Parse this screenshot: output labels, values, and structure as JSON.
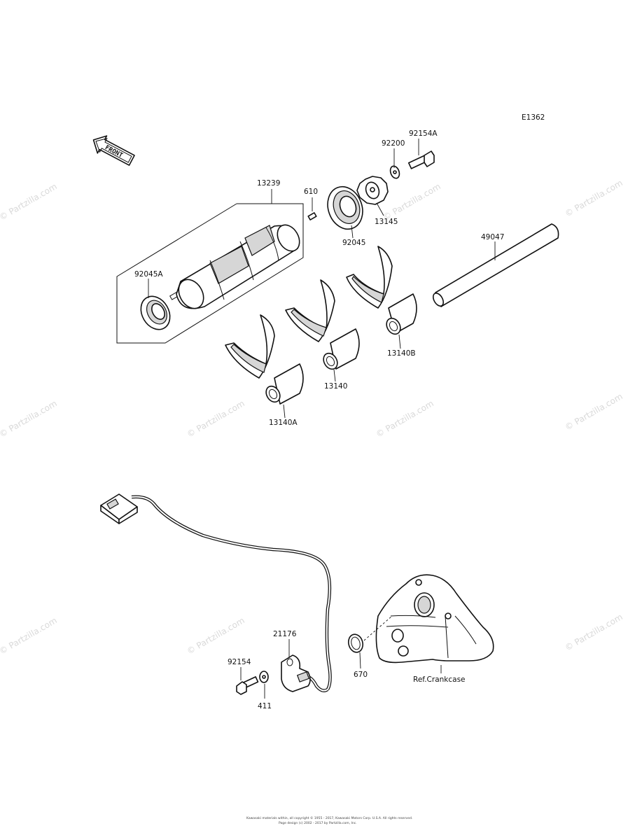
{
  "diagram_code": "E1362",
  "front_label": "FRONT",
  "watermark_text": "© Partzilla.com",
  "footer": {
    "line1": "Kawasaki materials within, all copyright © 1955 - 2017, Kawasaki Motors Corp. U.S.A. All rights reserved.",
    "line2": "Page design (c) 2002 - 2017 by Partzilla.com, Inc."
  },
  "callouts": [
    {
      "id": "92154A",
      "text": "92154A"
    },
    {
      "id": "92200",
      "text": "92200"
    },
    {
      "id": "13239",
      "text": "13239"
    },
    {
      "id": "610",
      "text": "610"
    },
    {
      "id": "13145",
      "text": "13145"
    },
    {
      "id": "92045",
      "text": "92045"
    },
    {
      "id": "49047",
      "text": "49047"
    },
    {
      "id": "92045A",
      "text": "92045A"
    },
    {
      "id": "13140B",
      "text": "13140B"
    },
    {
      "id": "13140",
      "text": "13140"
    },
    {
      "id": "13140A",
      "text": "13140A"
    },
    {
      "id": "21176",
      "text": "21176"
    },
    {
      "id": "92154",
      "text": "92154"
    },
    {
      "id": "670",
      "text": "670"
    },
    {
      "id": "411",
      "text": "411"
    },
    {
      "id": "ref-crankcase",
      "text": "Ref.Crankcase"
    }
  ]
}
